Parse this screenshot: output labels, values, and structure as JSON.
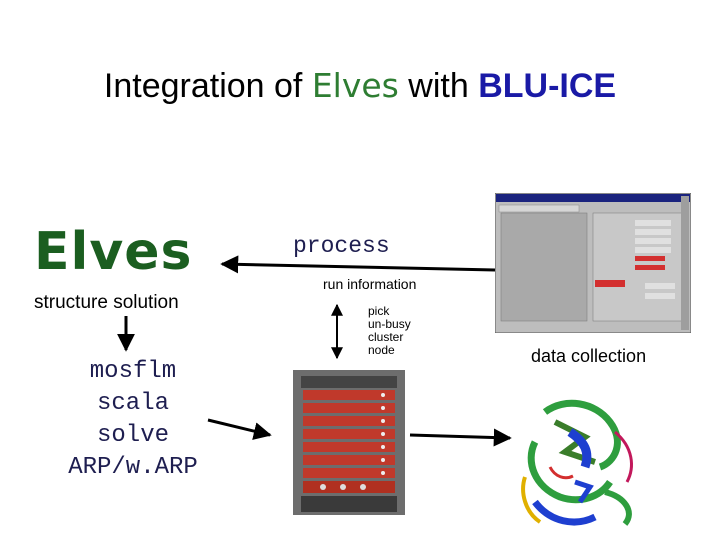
{
  "title": {
    "prefix": "Integration of ",
    "elves": "Elves",
    "middle": " with ",
    "bluice": "BLU-ICE"
  },
  "left": {
    "logo": "Elves",
    "subtitle": "structure solution",
    "programs": [
      "mosflm",
      "scala",
      "solve",
      "ARP/w.ARP"
    ]
  },
  "center": {
    "process": "process",
    "run_info": "run information",
    "pick": [
      "pick",
      "un-busy",
      "cluster",
      "node"
    ]
  },
  "right": {
    "data_collection": "data collection"
  },
  "colors": {
    "elves_green": "#2e7d32",
    "bluice_blue": "#1a1aa6",
    "rack_red": "#c0392b"
  }
}
